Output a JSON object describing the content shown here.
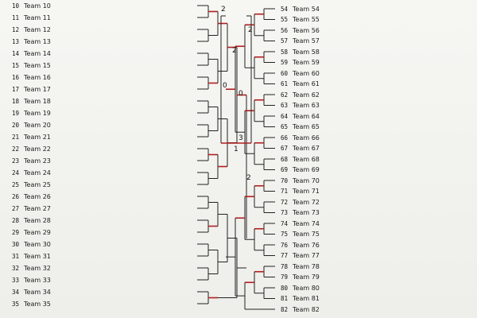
{
  "left_entries": [
    {
      "seed": "10",
      "name": "Team 10",
      "club": ""
    },
    {
      "seed": "11",
      "name": "Team 11",
      "club": ""
    },
    {
      "seed": "12",
      "name": "Team 12",
      "club": ""
    },
    {
      "seed": "13",
      "name": "Team 13",
      "club": ""
    },
    {
      "seed": "14",
      "name": "Team 14",
      "club": ""
    },
    {
      "seed": "15",
      "name": "Team 15",
      "club": ""
    },
    {
      "seed": "16",
      "name": "Team 16",
      "club": ""
    },
    {
      "seed": "17",
      "name": "Team 17",
      "club": ""
    },
    {
      "seed": "18",
      "name": "Team 18",
      "club": ""
    },
    {
      "seed": "19",
      "name": "Team 19",
      "club": ""
    },
    {
      "seed": "20",
      "name": "Team 20",
      "club": ""
    },
    {
      "seed": "21",
      "name": "Team 21",
      "club": ""
    },
    {
      "seed": "22",
      "name": "Team 22",
      "club": ""
    },
    {
      "seed": "23",
      "name": "Team 23",
      "club": ""
    },
    {
      "seed": "24",
      "name": "Team 24",
      "club": ""
    },
    {
      "seed": "25",
      "name": "Team 25",
      "club": ""
    },
    {
      "seed": "26",
      "name": "Team 26",
      "club": ""
    },
    {
      "seed": "27",
      "name": "Team 27",
      "club": ""
    },
    {
      "seed": "28",
      "name": "Team 28",
      "club": ""
    },
    {
      "seed": "29",
      "name": "Team 29",
      "club": ""
    },
    {
      "seed": "30",
      "name": "Team 30",
      "club": ""
    },
    {
      "seed": "31",
      "name": "Team 31",
      "club": ""
    },
    {
      "seed": "32",
      "name": "Team 32",
      "club": ""
    },
    {
      "seed": "33",
      "name": "Team 33",
      "club": ""
    },
    {
      "seed": "34",
      "name": "Team 34",
      "club": ""
    },
    {
      "seed": "35",
      "name": "Team 35",
      "club": ""
    }
  ],
  "right_entries": [
    {
      "seed": "54",
      "name": "Team 54",
      "club": ""
    },
    {
      "seed": "55",
      "name": "Team 55",
      "club": ""
    },
    {
      "seed": "56",
      "name": "Team 56",
      "club": ""
    },
    {
      "seed": "57",
      "name": "Team 57",
      "club": ""
    },
    {
      "seed": "58",
      "name": "Team 58",
      "club": ""
    },
    {
      "seed": "59",
      "name": "Team 59",
      "club": ""
    },
    {
      "seed": "60",
      "name": "Team 60",
      "club": ""
    },
    {
      "seed": "61",
      "name": "Team 61",
      "club": ""
    },
    {
      "seed": "62",
      "name": "Team 62",
      "club": ""
    },
    {
      "seed": "63",
      "name": "Team 63",
      "club": ""
    },
    {
      "seed": "64",
      "name": "Team 64",
      "club": ""
    },
    {
      "seed": "65",
      "name": "Team 65",
      "club": ""
    },
    {
      "seed": "66",
      "name": "Team 66",
      "club": ""
    },
    {
      "seed": "67",
      "name": "Team 67",
      "club": ""
    },
    {
      "seed": "68",
      "name": "Team 68",
      "club": ""
    },
    {
      "seed": "69",
      "name": "Team 69",
      "club": ""
    },
    {
      "seed": "70",
      "name": "Team 70",
      "club": ""
    },
    {
      "seed": "71",
      "name": "Team 71",
      "club": ""
    },
    {
      "seed": "72",
      "name": "Team 72",
      "club": ""
    },
    {
      "seed": "73",
      "name": "Team 73",
      "club": ""
    },
    {
      "seed": "74",
      "name": "Team 74",
      "club": ""
    },
    {
      "seed": "75",
      "name": "Team 75",
      "club": ""
    },
    {
      "seed": "76",
      "name": "Team 76",
      "club": ""
    },
    {
      "seed": "77",
      "name": "Team 77",
      "club": ""
    },
    {
      "seed": "78",
      "name": "Team 78",
      "club": ""
    },
    {
      "seed": "79",
      "name": "Team 79",
      "club": ""
    },
    {
      "seed": "80",
      "name": "Team 80",
      "club": ""
    },
    {
      "seed": "81",
      "name": "Team 81",
      "club": ""
    },
    {
      "seed": "82",
      "name": "Team 82",
      "club": ""
    }
  ],
  "results": [
    {
      "label": "2"
    },
    {
      "label": "2"
    },
    {
      "label": "0"
    },
    {
      "label": "1"
    },
    {
      "label": "3"
    },
    {
      "label": "2"
    },
    {
      "label": "0"
    },
    {
      "label": "2"
    }
  ],
  "colors": {
    "bracket_line": "#222222",
    "winner_line": "#b02020",
    "text": "#1b1b1b"
  }
}
